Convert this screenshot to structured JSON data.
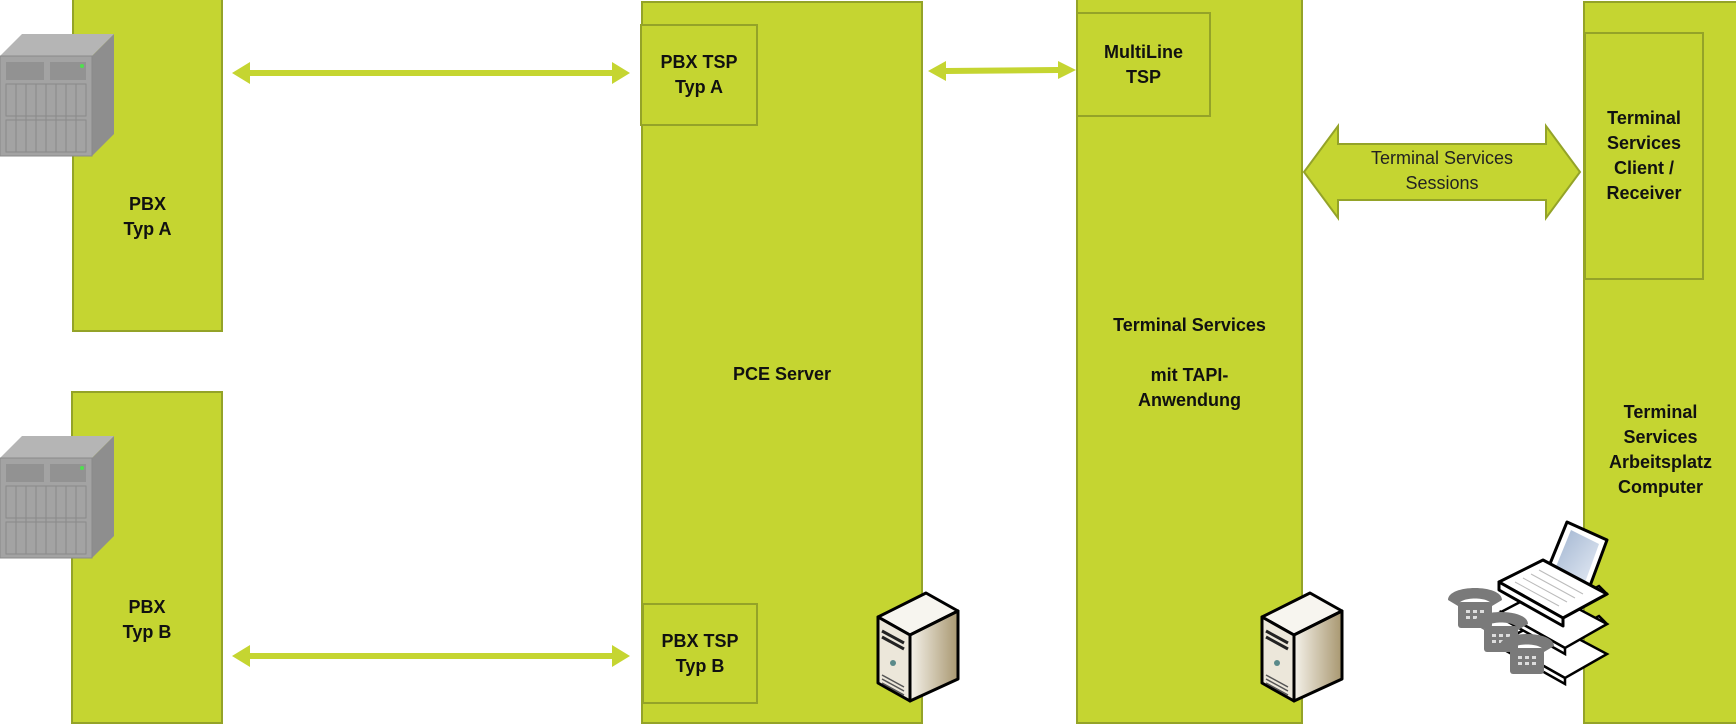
{
  "colors": {
    "box_fill": "#c5d531",
    "box_border": "#94a328",
    "arrow": "#c5d531"
  },
  "pbx_a": {
    "label": "PBX\nTyp A",
    "icon": "pbx-hardware-icon"
  },
  "pbx_b": {
    "label": "PBX\nTyp B",
    "icon": "pbx-hardware-icon"
  },
  "pce_server": {
    "label": "PCE Server",
    "tsp_a": "PBX TSP\nTyp A",
    "tsp_b": "PBX TSP\nTyp B",
    "icon": "server-tower-icon"
  },
  "terminal_services": {
    "label": "Terminal Services\n\nmit TAPI-\nAnwendung",
    "multiline": "MultiLine\nTSP",
    "icon": "server-tower-icon"
  },
  "sessions_arrow": {
    "label": "Terminal Services\nSessions"
  },
  "workstation": {
    "client_label": "Terminal\nServices\nClient /\nReceiver",
    "label": "Terminal\nServices\nArbeitsplatz\nComputer",
    "icons": [
      "laptop-icon",
      "telephone-icon"
    ]
  }
}
